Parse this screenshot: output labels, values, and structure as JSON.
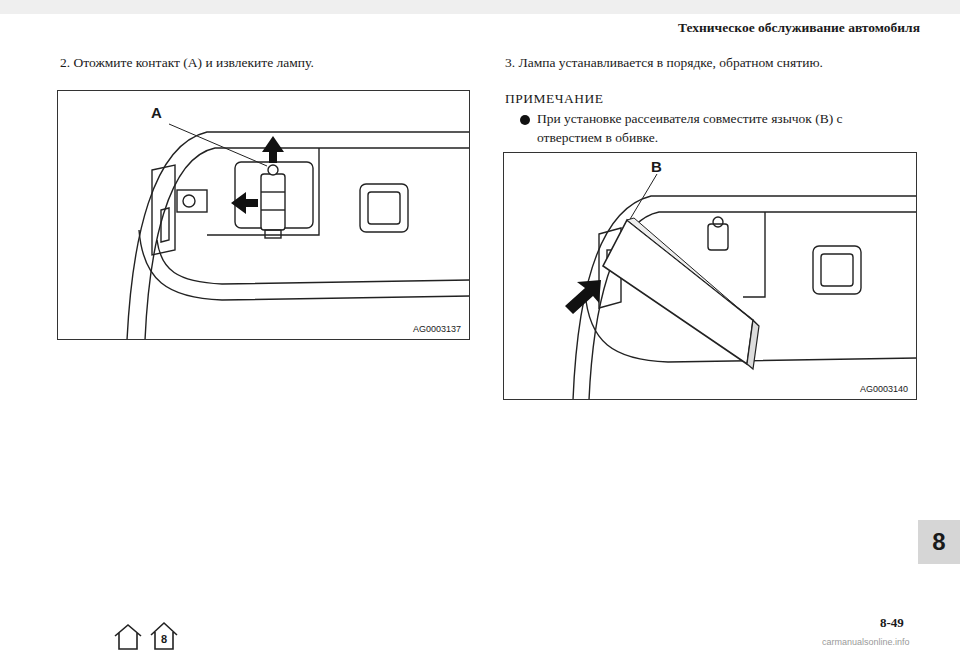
{
  "diagram": {
    "title": "Техническое обслуживание автомобиля",
    "nodes": [
      {
        "text": [
          "A",
          "AG0003137"
        ]
      },
      {
        "text": [
          "B",
          "AG0003140"
        ]
      },
      {
        "text": [
          "8"
        ]
      },
      {
        "text": [
          "8"
        ]
      }
    ],
    "labels": [
      "2. Отожмите контакт (A) и извлеките лампу.",
      "3. Лампа устанавливается в порядке, обратном снятию.",
      "ПРИМЕЧАНИЕ",
      "При установке рассеивателя совместите язычок (B) с отверстием в обивке.",
      "8-49",
      "carmanualsonline.info"
    ]
  }
}
